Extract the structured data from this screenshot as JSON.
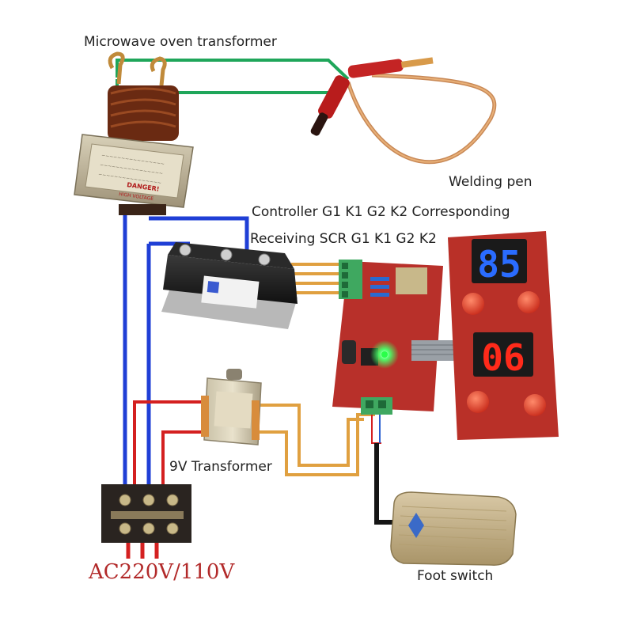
{
  "labels": {
    "microwave_transformer": "Microwave oven transformer",
    "welding_pen": "Welding pen",
    "controller_line1": "Controller G1 K1 G2 K2 Corresponding",
    "controller_line2": "Receiving SCR G1 K1 G2 K2",
    "transformer_9v": "9V Transformer",
    "foot_switch": "Foot switch",
    "ac_input": "AC220V/110V"
  },
  "display": {
    "blue_value": "85",
    "red_value": "06"
  },
  "transformer_plate": {
    "line1": "DANGER!",
    "line2": "HIGH VOLTAGE"
  },
  "colors": {
    "wire_blue": "#1f3fd6",
    "wire_red": "#d42020",
    "wire_green": "#1fa65a",
    "wire_orange": "#e0a040",
    "pcb_red": "#b8302a",
    "terminal_green": "#3fa860",
    "display_blue": "#2a6cff",
    "display_red": "#ff2a1a"
  }
}
